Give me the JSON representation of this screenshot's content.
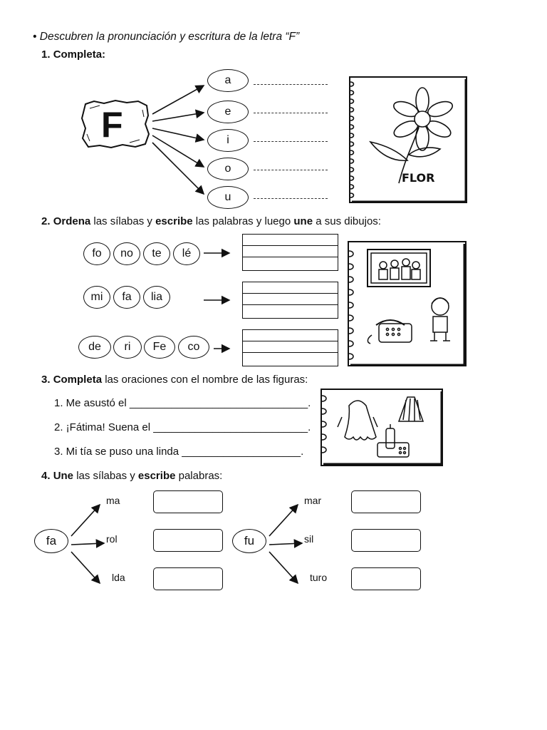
{
  "header": {
    "bullet": "•",
    "text": "Descubren la pronunciación y escritura de la letra “F”"
  },
  "section1": {
    "number": "1.",
    "title": "Completa:",
    "letter": "F",
    "vowels": [
      "a",
      "e",
      "i",
      "o",
      "u"
    ],
    "picture_label": "FLOR"
  },
  "section2": {
    "number": "2.",
    "parts": [
      "Ordena",
      " las sílabas y ",
      "escribe",
      " las palabras y luego ",
      "une",
      " a sus dibujos:"
    ],
    "groups": [
      [
        "fo",
        "no",
        "te",
        "lé"
      ],
      [
        "mi",
        "fa",
        "lia"
      ],
      [
        "de",
        "ri",
        "Fe",
        "co"
      ]
    ]
  },
  "section3": {
    "number": "3.",
    "parts": [
      "Completa",
      " las oraciones con el nombre de las figuras:"
    ],
    "sentences": [
      "1. Me asustó el ______________________________.",
      "2. ¡Fátima! Suena el __________________________.",
      "3. Mi tía se puso una linda ____________________."
    ]
  },
  "section4": {
    "number": "4.",
    "parts": [
      "Une",
      " las sílabas y ",
      "escribe",
      " palabras:"
    ],
    "left": {
      "root": "fa",
      "endings": [
        "ma",
        "rol",
        "lda"
      ]
    },
    "right": {
      "root": "fu",
      "endings": [
        "mar",
        "sil",
        "turo"
      ]
    }
  }
}
